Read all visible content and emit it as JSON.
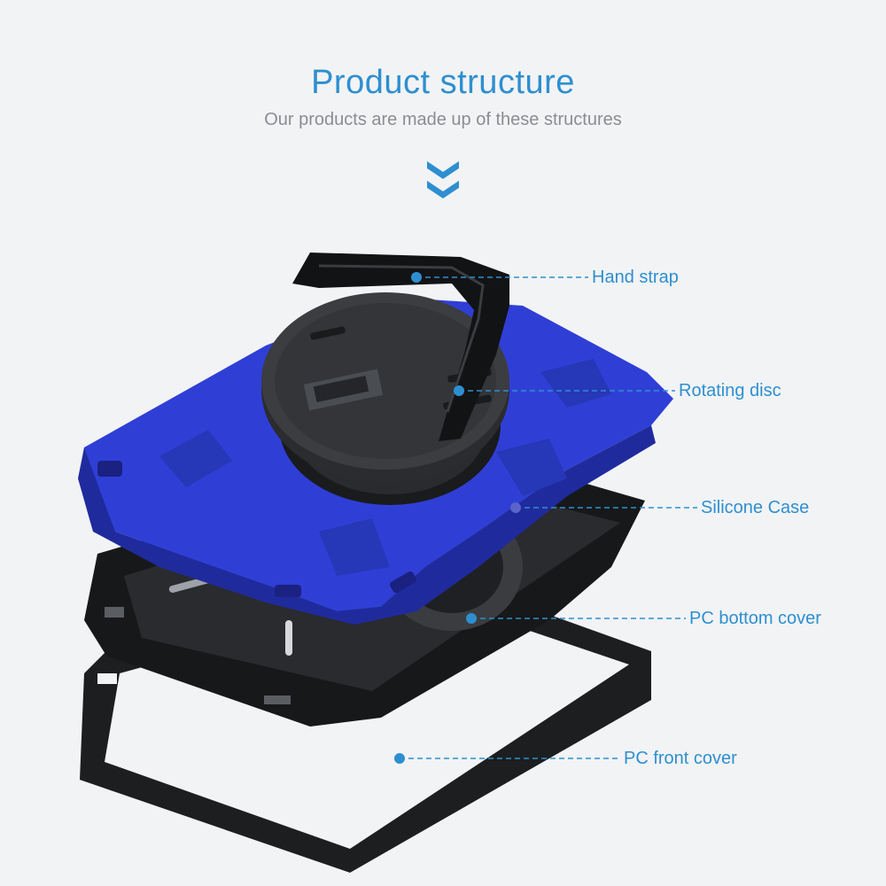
{
  "header": {
    "title": "Product structure",
    "subtitle": "Our products are made up of these structures"
  },
  "icons": {
    "scroll_indicator": "double-chevron-down-icon"
  },
  "colors": {
    "accent": "#2e8fd0",
    "case_blue": "#2f3fd6",
    "frame_black": "#1c1d1f",
    "background": "#f2f3f5"
  },
  "callouts": {
    "hand_strap": "Hand strap",
    "rotating_disc": "Rotating disc",
    "silicone_case": "Silicone Case",
    "pc_bottom_cover": "PC bottom cover",
    "pc_front_cover": "PC front cover"
  }
}
